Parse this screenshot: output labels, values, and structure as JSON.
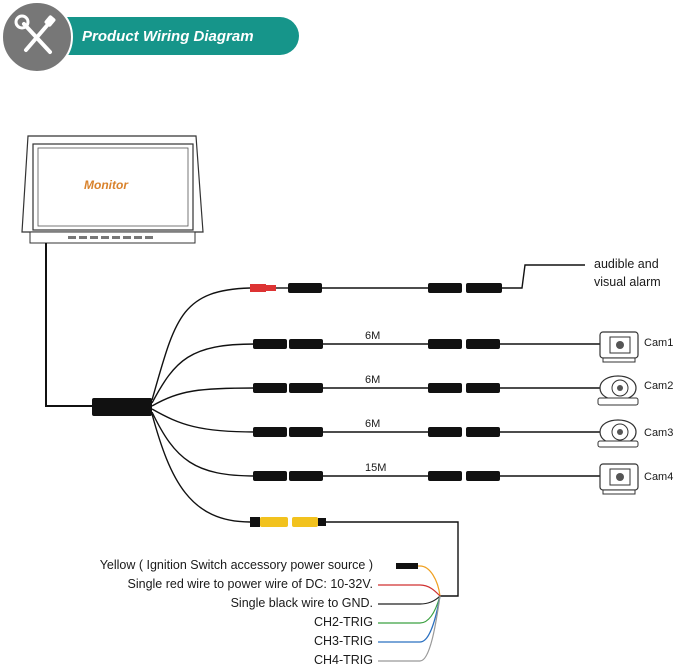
{
  "header": {
    "title": "Product Wiring Diagram",
    "icon": "tools-icon",
    "accent": "#16958a",
    "icon_bg": "#777777"
  },
  "monitor": {
    "label": "Monitor",
    "label_color": "#d9822b"
  },
  "alarm": {
    "line1": "audible and",
    "line2": "visual alarm"
  },
  "cameras": [
    {
      "label": "Cam1",
      "length": "6M"
    },
    {
      "label": "Cam2",
      "length": "6M"
    },
    {
      "label": "Cam3",
      "length": "6M"
    },
    {
      "label": "Cam4",
      "length": "15M"
    }
  ],
  "wires": [
    {
      "label": "Yellow ( Ignition Switch accessory power source )",
      "color": "#f0a020"
    },
    {
      "label": "Single red wire to power wire of DC: 10-32V.",
      "color": "#d03030"
    },
    {
      "label": "Single black wire to GND.",
      "color": "#222222"
    },
    {
      "label": "CH2-TRIG",
      "color": "#3aa040"
    },
    {
      "label": "CH3-TRIG",
      "color": "#2a70c0"
    },
    {
      "label": "CH4-TRIG",
      "color": "#999999"
    }
  ]
}
